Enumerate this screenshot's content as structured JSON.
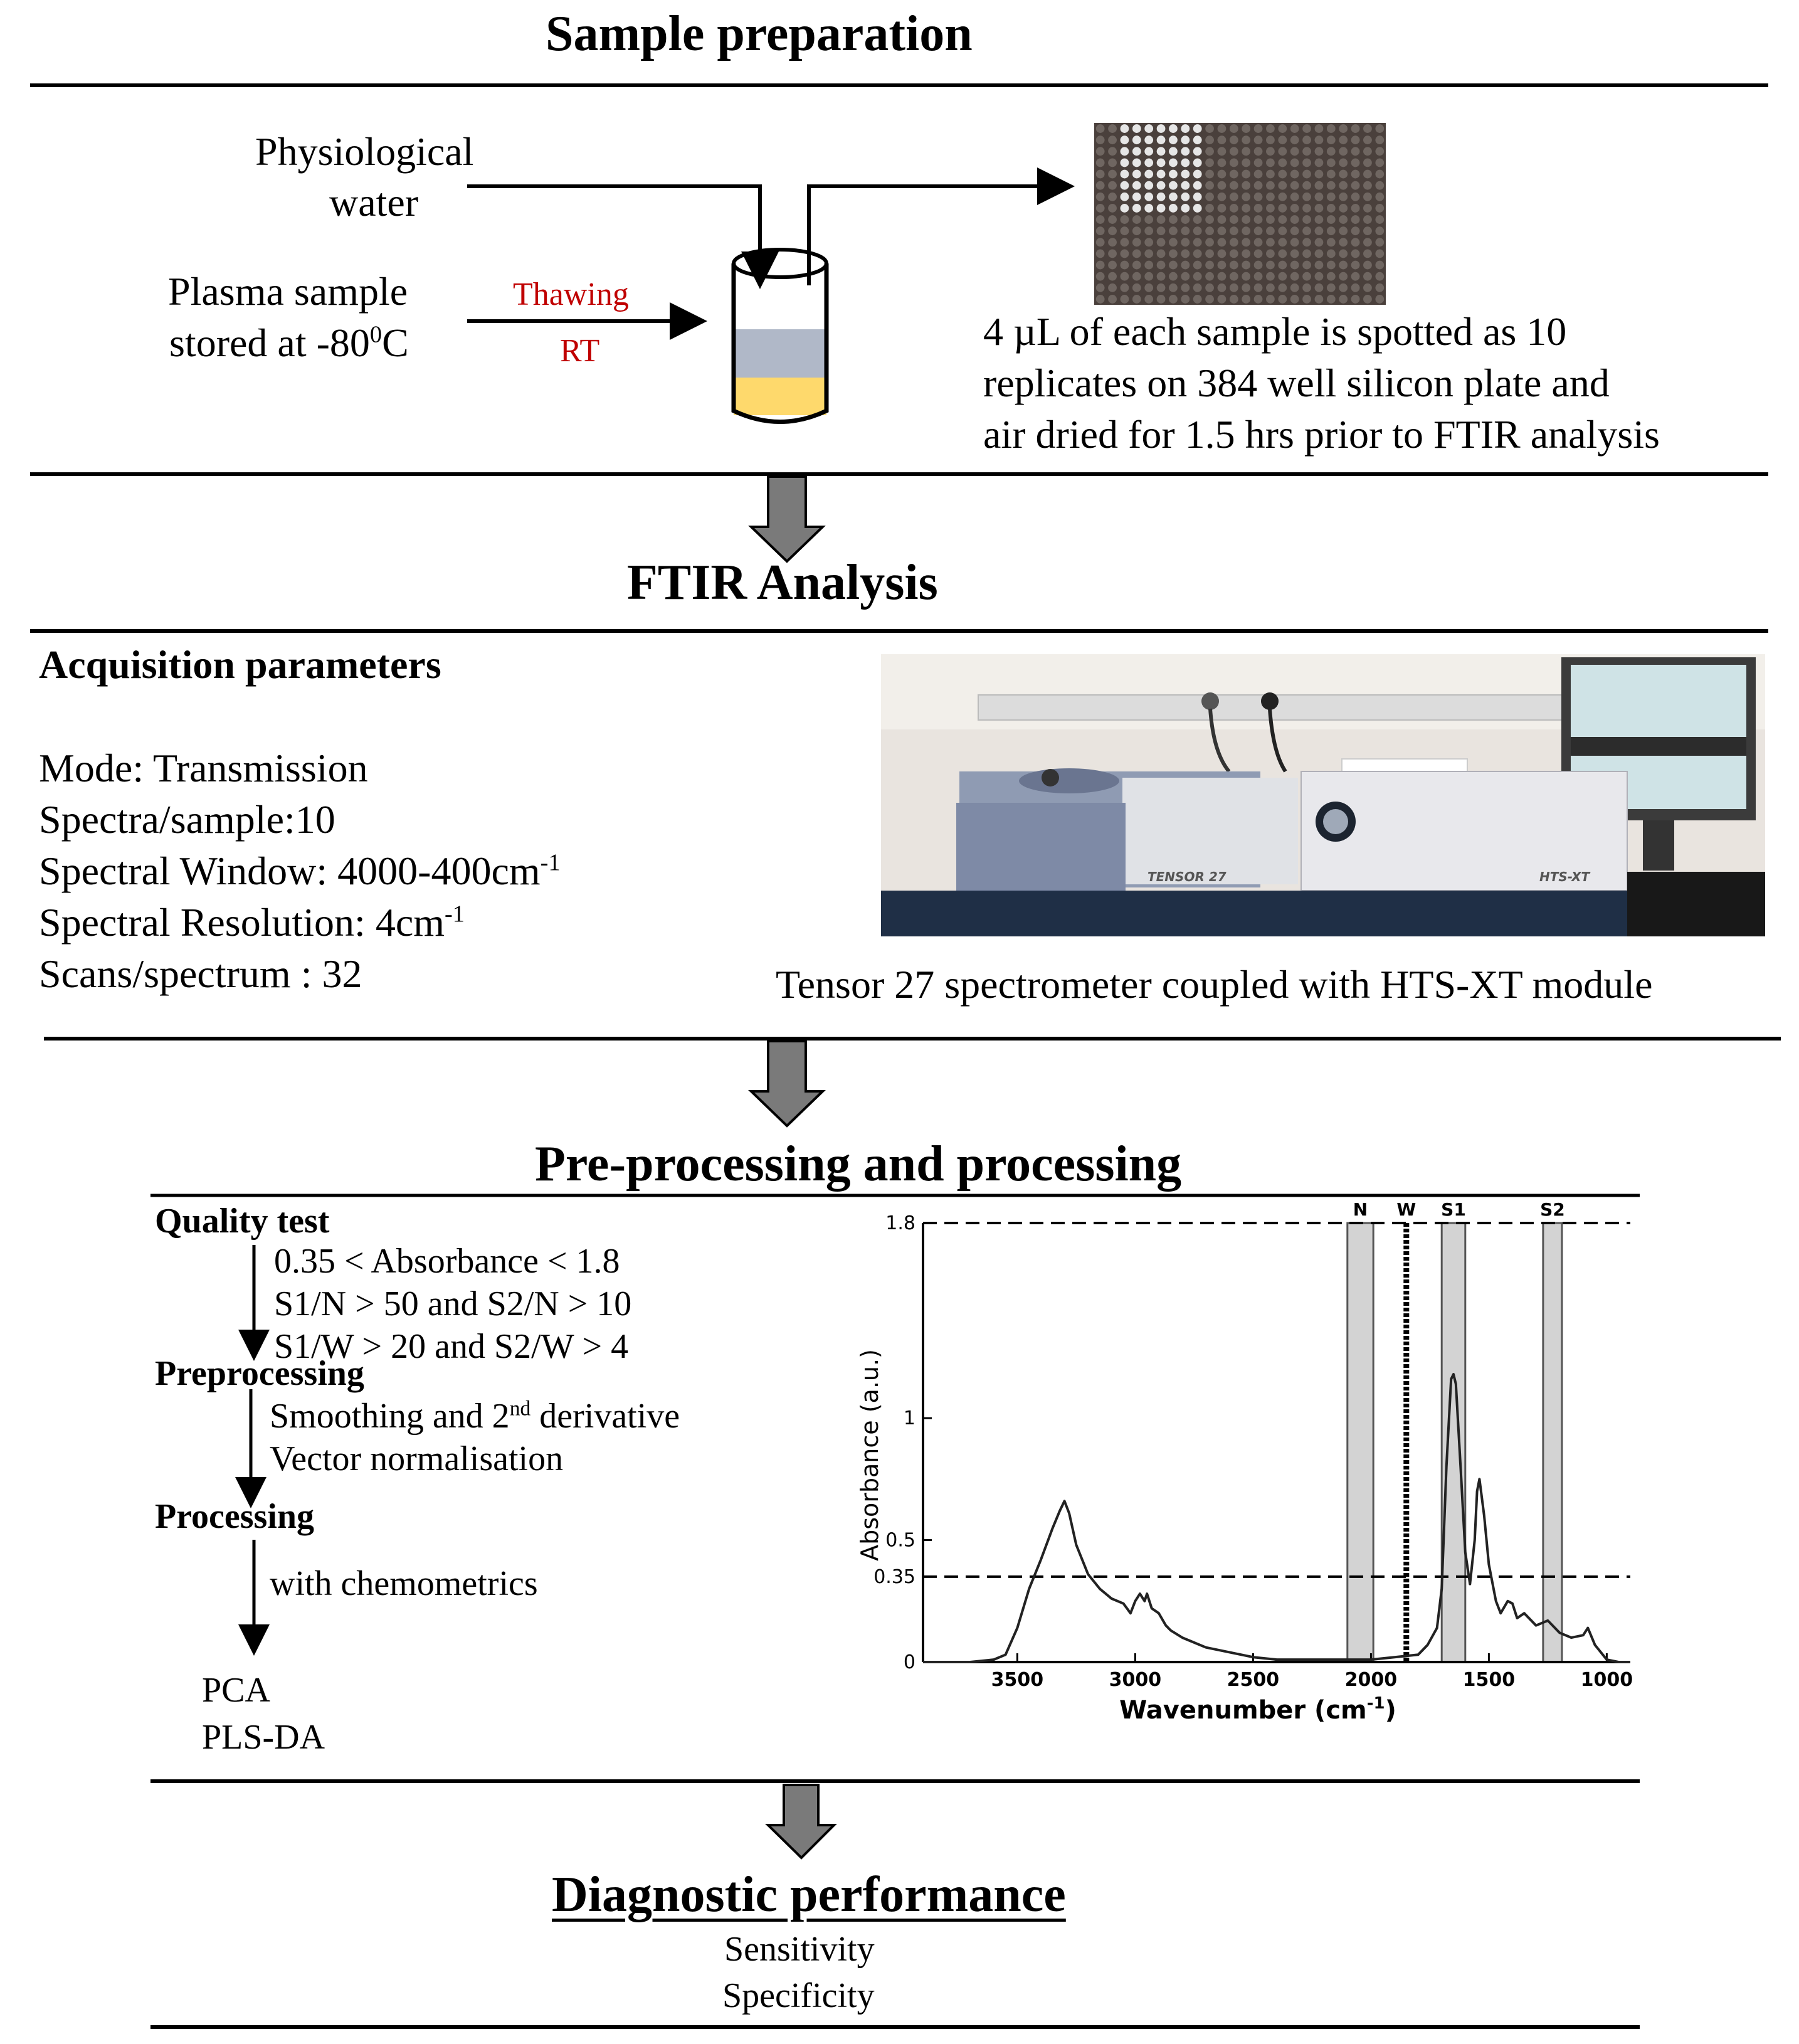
{
  "sections": {
    "sample_prep": {
      "title": "Sample preparation",
      "water_label_1": "Physiological",
      "water_label_2": "water",
      "plasma_label_1": "Plasma sample",
      "plasma_label_2": "stored at -80",
      "plasma_label_sup": "0",
      "plasma_label_3": "C",
      "thawing": "Thawing",
      "rt": "RT",
      "spot_note": [
        "4 µL of each sample is spotted as 10",
        "replicates on 384 well silicon plate and",
        "air dried for 1.5 hrs prior to FTIR analysis"
      ]
    },
    "ftir": {
      "title": "FTIR Analysis",
      "acq_title": "Acquisition parameters",
      "mode": "Mode: Transmission",
      "spectra_per_sample": "Spectra/sample:10",
      "window": "Spectral Window: 4000-400cm",
      "window_sup": "-1",
      "resolution": "Spectral Resolution: 4cm",
      "resolution_sup": "-1",
      "scans": "Scans/spectrum : 32",
      "instrument_caption": "Tensor 27 spectrometer coupled with HTS-XT module",
      "instrument_label_1": "TENSOR 27",
      "instrument_label_2": "HTS-XT"
    },
    "processing": {
      "title": "Pre-processing and processing",
      "quality_title": "Quality test",
      "quality_items": [
        "0.35 < Absorbance < 1.8",
        "S1/N > 50 and S2/N > 10",
        "S1/W > 20 and S2/W > 4"
      ],
      "pre_title": "Preprocessing",
      "pre_item_1a": "Smoothing and 2",
      "pre_item_1sup": "nd",
      "pre_item_1b": " derivative",
      "pre_item_2": "Vector normalisation",
      "proc_title": "Processing",
      "proc_item": "with chemometrics",
      "outputs": [
        "PCA",
        "PLS-DA"
      ]
    },
    "diagnostic": {
      "title": "Diagnostic performance",
      "items": [
        "Sensitivity",
        "Specificity"
      ]
    }
  },
  "chart_data": {
    "type": "line",
    "xlabel": "Wavenumber (cm",
    "xlabel_sup": "-1",
    "xlabel_end": ")",
    "ylabel": "Absorbance (a.u.)",
    "xlim": [
      3900,
      900
    ],
    "ylim": [
      0,
      1.8
    ],
    "x_ticks": [
      3500,
      3000,
      2500,
      2000,
      1500,
      1000
    ],
    "y_ticks": [
      0,
      0.35,
      0.5,
      1,
      1.8
    ],
    "thresholds": [
      0.35,
      1.8
    ],
    "regions": [
      {
        "name": "N",
        "from": 2100,
        "to": 1990
      },
      {
        "name": "W",
        "from": 1860,
        "to": 1840
      },
      {
        "name": "S1",
        "from": 1700,
        "to": 1600
      },
      {
        "name": "S2",
        "from": 1270,
        "to": 1190
      }
    ],
    "series": [
      {
        "x": [
          3900,
          3800,
          3700,
          3600,
          3550,
          3500,
          3450,
          3400,
          3350,
          3320,
          3300,
          3280,
          3250,
          3200,
          3150,
          3100,
          3050,
          3020,
          3000,
          2980,
          2960,
          2950,
          2930,
          2900,
          2870,
          2850,
          2800,
          2700,
          2600,
          2500,
          2400,
          2300,
          2200,
          2100,
          2000,
          1900,
          1800,
          1760,
          1720,
          1700,
          1680,
          1660,
          1650,
          1640,
          1620,
          1600,
          1580,
          1560,
          1550,
          1540,
          1520,
          1500,
          1470,
          1450,
          1420,
          1400,
          1380,
          1350,
          1300,
          1250,
          1200,
          1150,
          1100,
          1080,
          1050,
          1000,
          950,
          900
        ],
        "y": [
          0,
          0,
          0,
          0.01,
          0.03,
          0.14,
          0.3,
          0.42,
          0.55,
          0.62,
          0.66,
          0.61,
          0.48,
          0.36,
          0.3,
          0.26,
          0.24,
          0.2,
          0.25,
          0.28,
          0.25,
          0.28,
          0.22,
          0.2,
          0.15,
          0.13,
          0.1,
          0.06,
          0.04,
          0.02,
          0.01,
          0.01,
          0.01,
          0.01,
          0.01,
          0.02,
          0.03,
          0.07,
          0.14,
          0.3,
          0.8,
          1.16,
          1.18,
          1.14,
          0.8,
          0.45,
          0.32,
          0.5,
          0.7,
          0.75,
          0.6,
          0.4,
          0.25,
          0.2,
          0.25,
          0.24,
          0.18,
          0.2,
          0.15,
          0.17,
          0.12,
          0.1,
          0.11,
          0.14,
          0.07,
          0.01,
          0,
          0
        ]
      }
    ]
  }
}
